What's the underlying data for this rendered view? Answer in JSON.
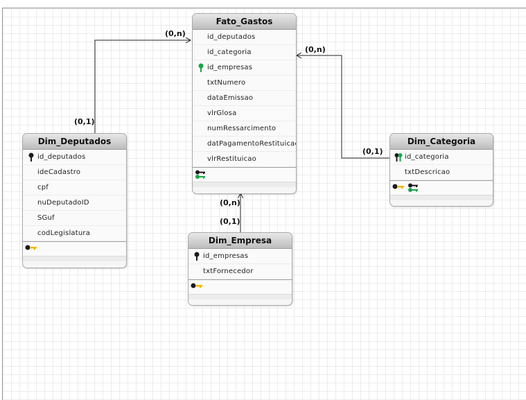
{
  "entities": {
    "fato_gastos": {
      "title": "Fato_Gastos",
      "attrs": [
        "id_deputados",
        "id_categoria",
        "id_empresas",
        "txtNumero",
        "dataEmissao",
        "vlrGlosa",
        "numRessarcimento",
        "datPagamentoRestituicao",
        "vlrRestituicao"
      ]
    },
    "dim_deputados": {
      "title": "Dim_Deputados",
      "attrs": [
        "id_deputados",
        "ideCadastro",
        "cpf",
        "nuDeputadoID",
        "SGuf",
        "codLegislatura"
      ]
    },
    "dim_categoria": {
      "title": "Dim_Categoria",
      "attrs": [
        "id_categoria",
        "txtDescricao"
      ]
    },
    "dim_empresa": {
      "title": "Dim_Empresa",
      "attrs": [
        "id_empresas",
        "txtFornecedor"
      ]
    }
  },
  "relations": {
    "deputados": {
      "fact_side": "(0,n)",
      "dim_side": "(0,1)"
    },
    "categoria": {
      "fact_side": "(0,n)",
      "dim_side": "(0,1)"
    },
    "empresa": {
      "fact_side": "(0,n)",
      "dim_side": "(0,1)"
    }
  },
  "colors": {
    "pk_key": "#1c1c1c",
    "fk_key": "#1aa64a",
    "index_key": "#f0b800"
  }
}
